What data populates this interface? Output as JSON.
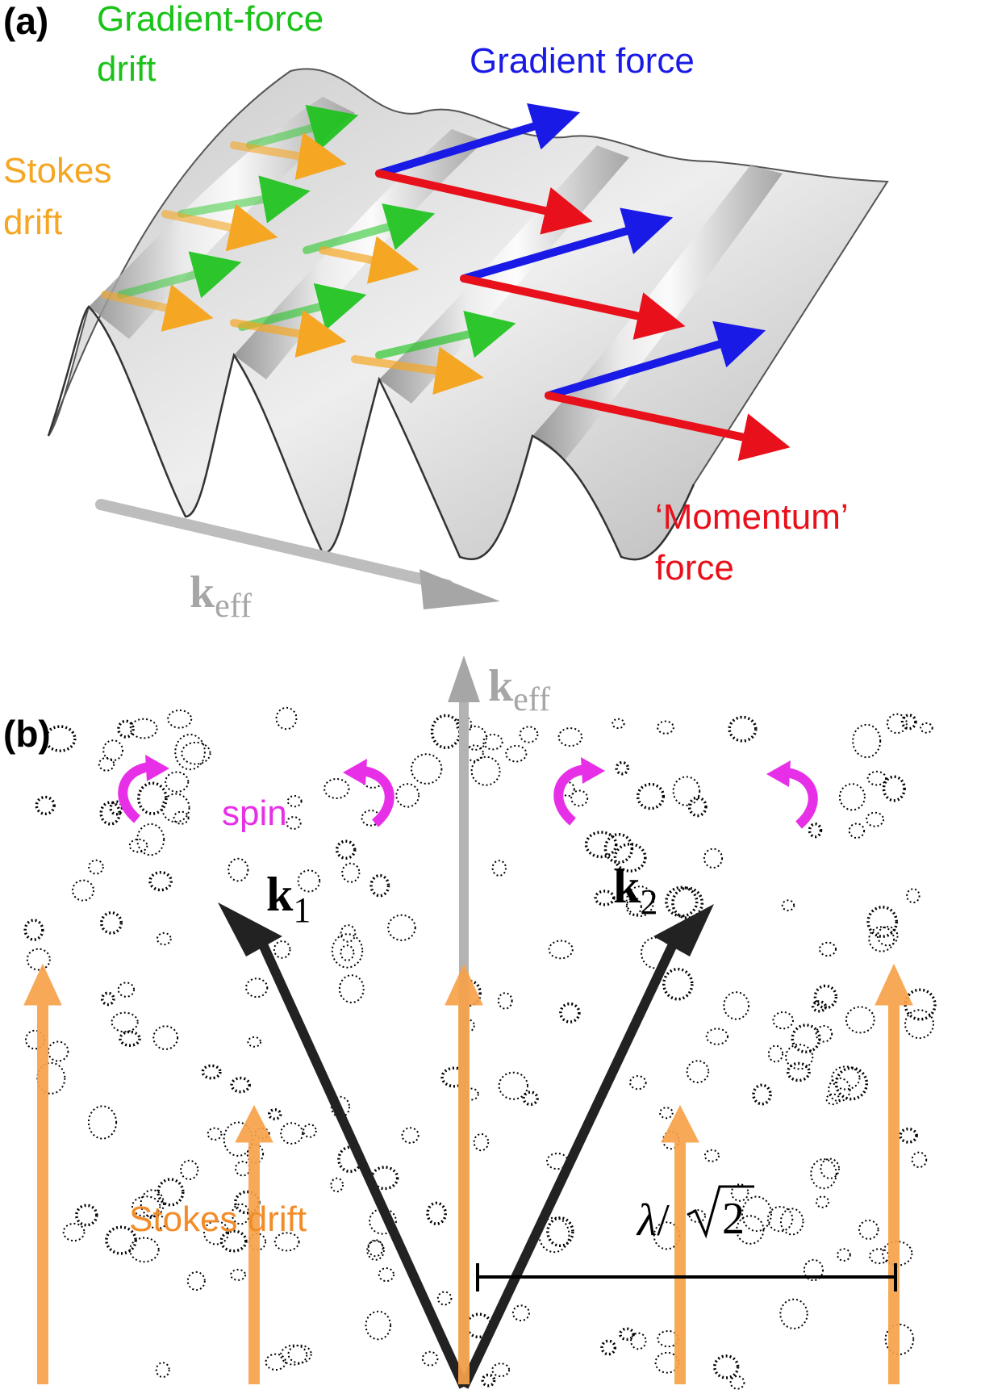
{
  "panel_a": {
    "label": "(a)",
    "gradient_force_drift": [
      "Gradient-force",
      "drift"
    ],
    "gradient_force": "Gradient force",
    "stokes_drift": [
      "Stokes",
      "drift"
    ],
    "momentum_force": [
      "‘Momentum’",
      "force"
    ],
    "k_eff": {
      "main": "k",
      "sub": "eff"
    }
  },
  "panel_b": {
    "label": "(b)",
    "spin": "spin",
    "k1": {
      "main": "k",
      "sub": "1"
    },
    "k2": {
      "main": "k",
      "sub": "2"
    },
    "k_eff": {
      "main": "k",
      "sub": "eff"
    },
    "stokes_drift": "Stokes drift",
    "wavelength": {
      "lambda": "λ",
      "slash": "/",
      "sqrt_arg": "2"
    }
  },
  "colors": {
    "gradient_force_drift": "#19c319",
    "gradient_force": "#1a1ae6",
    "stokes_drift": "#f5a623",
    "stokes_arrow": "#f7a24a",
    "momentum_force": "#e8101a",
    "k_eff": "#a6a6a6",
    "spin": "#e82fe8",
    "k_vectors": "#222222"
  },
  "icons": {
    "spin_arrow": "curved-arrow-icon",
    "stokes_arrow": "up-arrow-icon",
    "k_arrow": "vector-arrow-icon"
  }
}
